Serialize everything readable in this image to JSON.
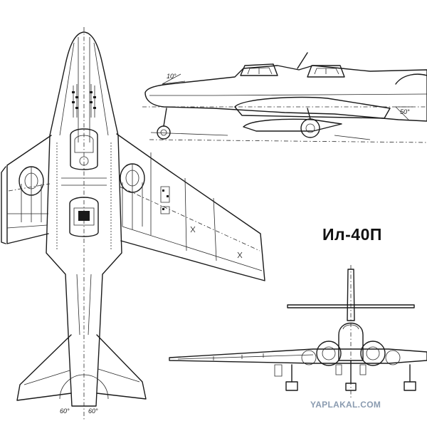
{
  "drawing": {
    "title": "Ил-40П",
    "watermark": "YAPLAKAL.COM",
    "side_view_labels": {
      "fin_angle": "10°",
      "strut_angle": "50°"
    },
    "top_view_labels": {
      "stab_sweep_left": "60°",
      "stab_sweep_right": "60°"
    }
  }
}
